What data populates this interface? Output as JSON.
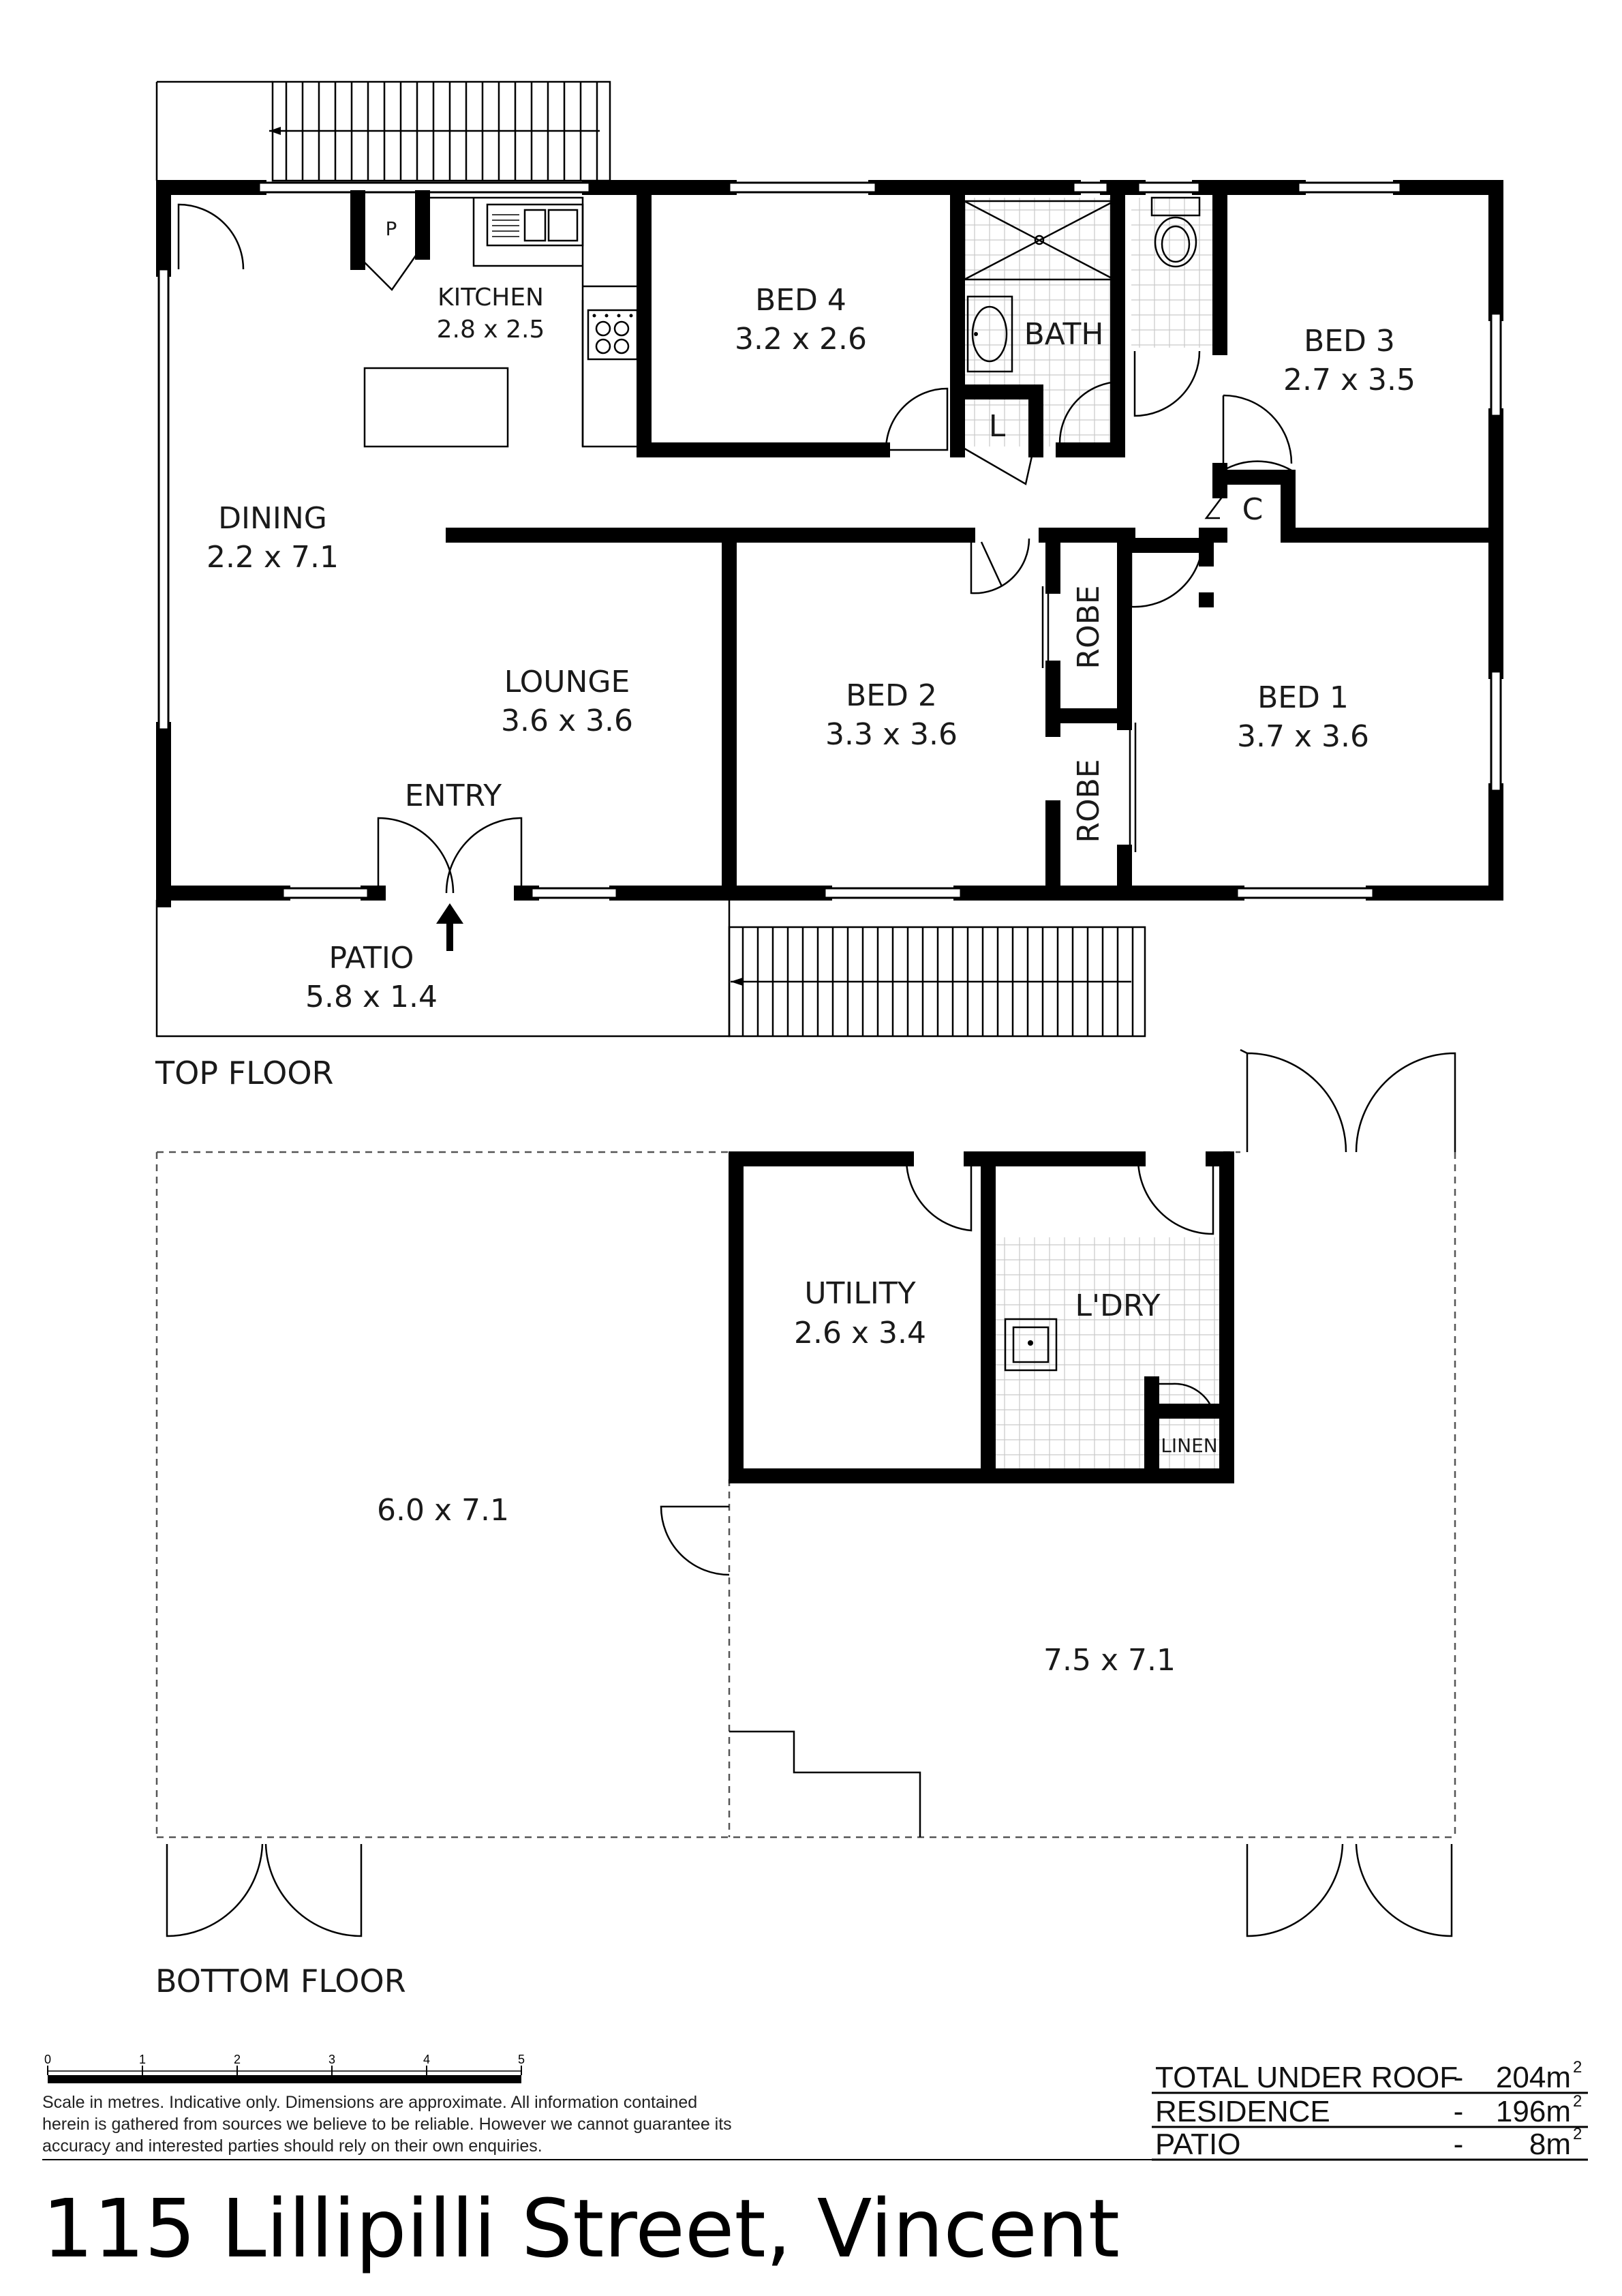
{
  "rooms": {
    "kitchen": {
      "name": "KITCHEN",
      "size": "2.8 x 2.5"
    },
    "bed4": {
      "name": "BED 4",
      "size": "3.2 x 2.6"
    },
    "bath": {
      "name": "BATH"
    },
    "bed3": {
      "name": "BED 3",
      "size": "2.7 x 3.5"
    },
    "dining": {
      "name": "DINING",
      "size": "2.2 x 7.1"
    },
    "lounge": {
      "name": "LOUNGE",
      "size": "3.6 x 3.6"
    },
    "bed2": {
      "name": "BED 2",
      "size": "3.3 x 3.6"
    },
    "bed1": {
      "name": "BED 1",
      "size": "3.7 x 3.6"
    },
    "entry": {
      "name": "ENTRY"
    },
    "patio": {
      "name": "PATIO",
      "size": "5.8 x 1.4"
    },
    "pantry": {
      "name": "P"
    },
    "linen_top": {
      "name": "L"
    },
    "cupboard": {
      "name": "C"
    },
    "robe2": {
      "name": "ROBE"
    },
    "robe1": {
      "name": "ROBE"
    },
    "utility": {
      "name": "UTILITY",
      "size": "2.6 x 3.4"
    },
    "laundry": {
      "name": "L'DRY"
    },
    "linen_bottom": {
      "name": "LINEN"
    },
    "lower_left": {
      "size": "6.0 x 7.1"
    },
    "lower_right": {
      "size": "7.5 x 7.1"
    }
  },
  "floors": {
    "top": "TOP FLOOR",
    "bottom": "BOTTOM FLOOR"
  },
  "scale": {
    "ticks": [
      "0",
      "1",
      "2",
      "3",
      "4",
      "5"
    ]
  },
  "disclaimer": [
    "Scale in metres. Indicative only. Dimensions are approximate. All information contained",
    "herein is gathered from sources we believe to be reliable. However we cannot guarantee its",
    "accuracy and interested parties should rely on their own enquiries."
  ],
  "areas": [
    {
      "label": "TOTAL UNDER ROOF",
      "dash": "-",
      "value": "204m",
      "unit_sup": "2"
    },
    {
      "label": "RESIDENCE",
      "dash": "-",
      "value": "196m",
      "unit_sup": "2"
    },
    {
      "label": "PATIO",
      "dash": "-",
      "value": "8m",
      "unit_sup": "2"
    }
  ],
  "address": "115 Lillipilli Street, Vincent"
}
